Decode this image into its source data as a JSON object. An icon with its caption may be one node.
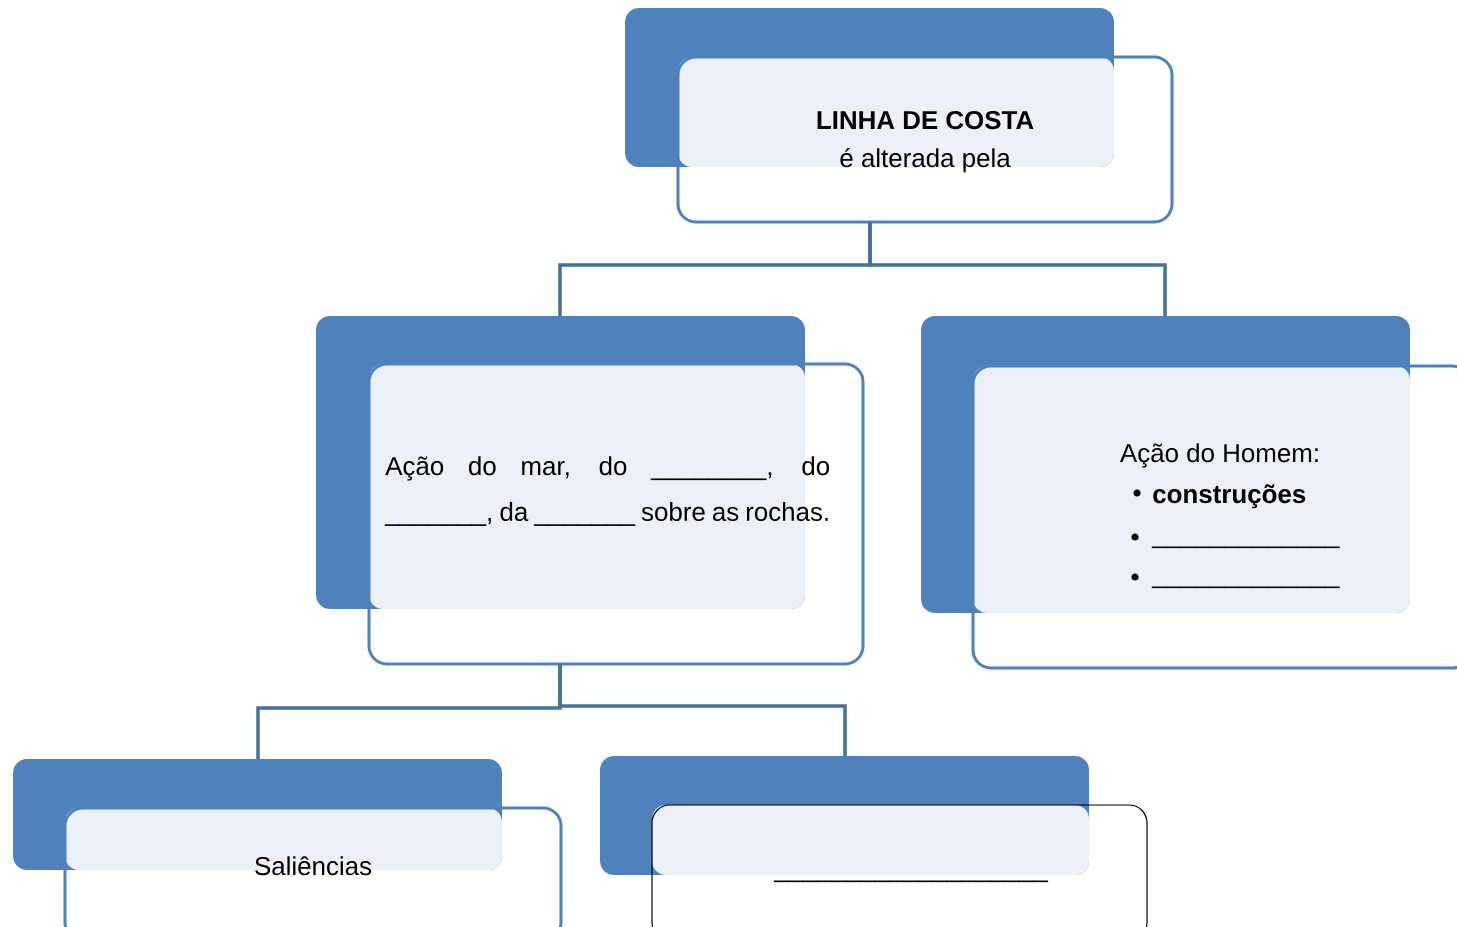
{
  "diagram": {
    "nodes": [
      {
        "text": [
          "LINHA DE COSTA",
          "é alterada pela"
        ]
      },
      {
        "text": [
          "Ação do mar, do ________, do _______, da _______ sobre as rochas."
        ]
      },
      {
        "text": [
          "Ação do Homem:",
          "construções",
          "_____________",
          "_____________"
        ]
      },
      {
        "text": [
          "Saliências"
        ]
      },
      {
        "text": [
          "___________________"
        ]
      }
    ],
    "edges": [
      {
        "from": 0,
        "to": 1,
        "arrow": "none"
      },
      {
        "from": 0,
        "to": 2,
        "arrow": "none"
      },
      {
        "from": 1,
        "to": 3,
        "arrow": "none"
      },
      {
        "from": 1,
        "to": 4,
        "arrow": "none"
      }
    ]
  }
}
